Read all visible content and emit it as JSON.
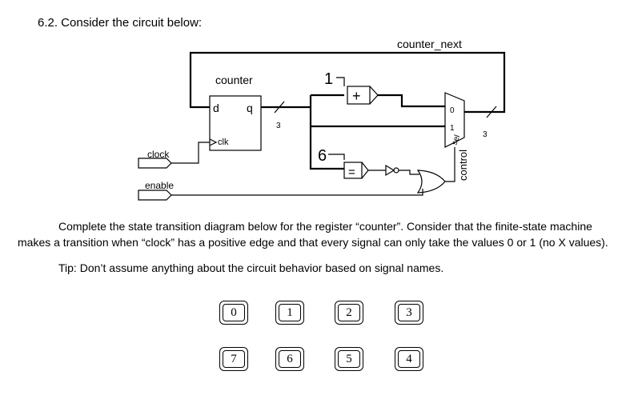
{
  "question": {
    "title": "6.2. Consider the circuit below:",
    "para1": "Complete the state transition diagram below for the register “counter”. Consider that the finite-state machine",
    "para2": "makes a transition when “clock” has a positive edge and that every signal can only take the values 0 or 1 (no X values).",
    "tip": "Tip: Don’t assume anything about the circuit behavior based on signal names."
  },
  "circuit": {
    "counter_next": "counter_next",
    "register_name": "counter",
    "d": "d",
    "q": "q",
    "clk": "clk",
    "clock": "clock",
    "enable": "enable",
    "control": "control",
    "sel": "sel",
    "const_one": "1",
    "const_six": "6",
    "bus_width_1": "3",
    "bus_width_2": "3",
    "mux_in0": "0",
    "mux_in1": "1",
    "adder_op": "+",
    "cmp_op": "="
  },
  "states": {
    "row1": [
      "0",
      "1",
      "2",
      "3"
    ],
    "row2": [
      "7",
      "6",
      "5",
      "4"
    ]
  }
}
